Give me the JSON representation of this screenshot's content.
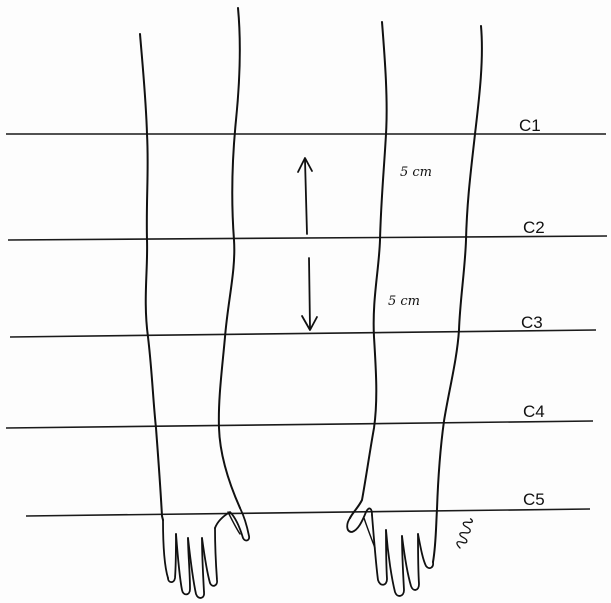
{
  "levels": [
    {
      "label": "C1"
    },
    {
      "label": "C2"
    },
    {
      "label": "C3"
    },
    {
      "label": "C4"
    },
    {
      "label": "C5"
    }
  ],
  "measurements": [
    {
      "label": "5 cm"
    },
    {
      "label": "5 cm"
    }
  ],
  "signature": {
    "text": "dnn",
    "description": "handwritten artist signature"
  }
}
